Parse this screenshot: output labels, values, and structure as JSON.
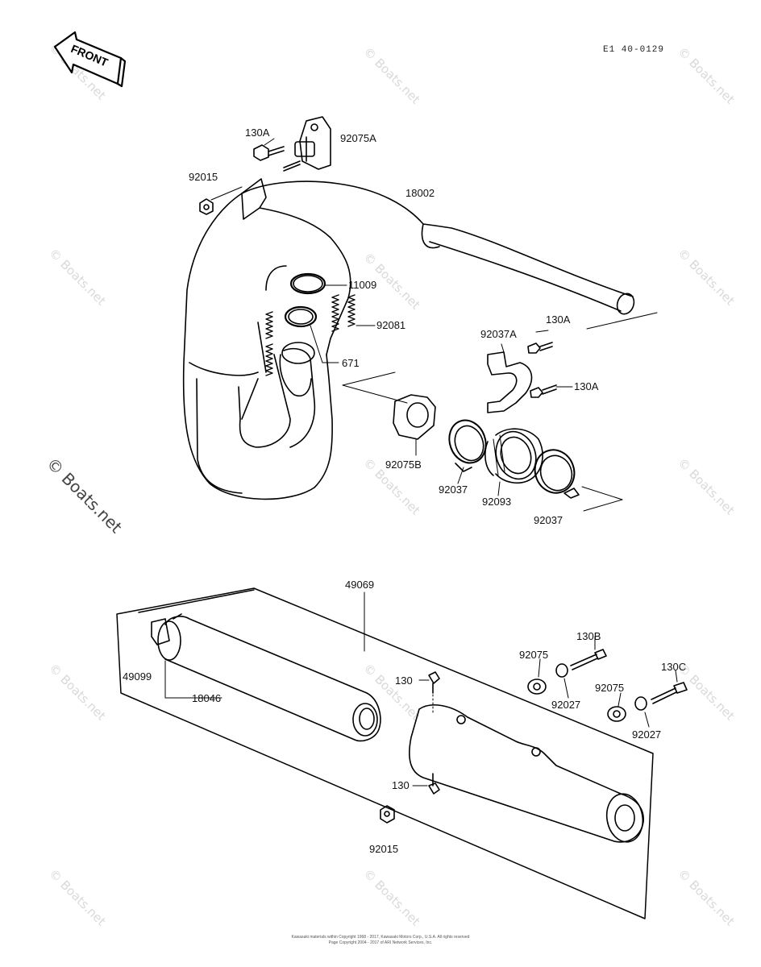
{
  "diagram": {
    "code": "E1 40-0129",
    "front_label": "FRONT",
    "footer_line1": "Kawasaki materials within Copyright 1968 - 2017, Kawasaki Motors Corp., U.S.A.  All rights reserved",
    "footer_line2": "Page Copyright 2004 - 2017 of ARI Network Services, Inc.",
    "watermark": "© Boats.net",
    "parts": {
      "p130A_top": "130A",
      "p92075A": "92075A",
      "p92015_top": "92015",
      "p18002": "18002",
      "p11009": "11009",
      "p92081": "92081",
      "p671": "671",
      "p92037A": "92037A",
      "p130A_r1": "130A",
      "p130A_r2": "130A",
      "p92075B": "92075B",
      "p92037_l": "92037",
      "p92093": "92093",
      "p92037_r": "92037",
      "p49069": "49069",
      "p49099": "49099",
      "p18046": "18046",
      "p130_top": "130",
      "p130_bot": "130",
      "p92015_bot": "92015",
      "p92075_a": "92075",
      "p130B": "130B",
      "p92027_a": "92027",
      "p92075_b": "92075",
      "p130C": "130C",
      "p92027_b": "92027"
    }
  }
}
